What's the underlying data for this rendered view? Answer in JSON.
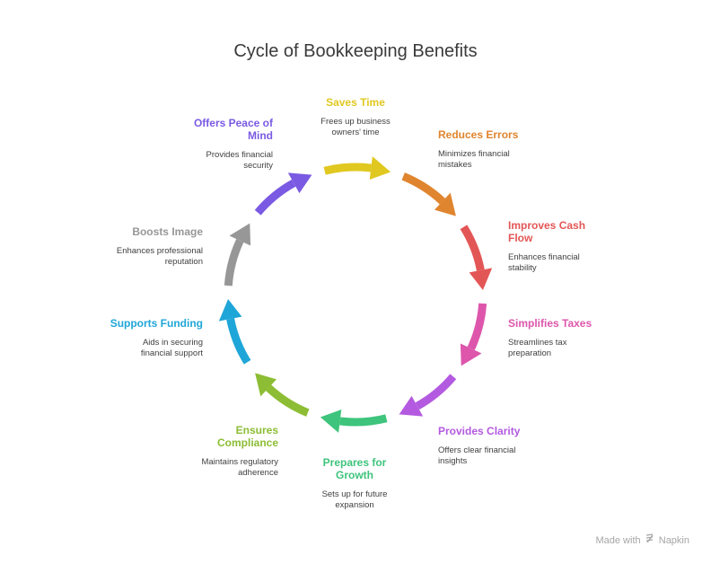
{
  "title": "Cycle of Bookkeeping Benefits",
  "steps": [
    {
      "title": "Saves Time",
      "desc": "Frees up business owners' time",
      "color": "#e0c820"
    },
    {
      "title": "Reduces Errors",
      "desc": "Minimizes financial mistakes",
      "color": "#e0852f"
    },
    {
      "title": "Improves Cash Flow",
      "desc": "Enhances financial stability",
      "color": "#e35656"
    },
    {
      "title": "Simplifies Taxes",
      "desc": "Streamlines tax preparation",
      "color": "#dd56ac"
    },
    {
      "title": "Provides Clarity",
      "desc": "Offers clear financial insights",
      "color": "#b35ae0"
    },
    {
      "title": "Prepares for Growth",
      "desc": "Sets up for future expansion",
      "color": "#3ec47c"
    },
    {
      "title": "Ensures Compliance",
      "desc": "Maintains regulatory adherence",
      "color": "#8cbd34"
    },
    {
      "title": "Supports Funding",
      "desc": "Aids in securing financial support",
      "color": "#1fa6d8"
    },
    {
      "title": "Boosts Image",
      "desc": "Enhances professional reputation",
      "color": "#979797"
    },
    {
      "title": "Offers Peace of Mind",
      "desc": "Provides financial security",
      "color": "#7a5ae3"
    }
  ],
  "footer": {
    "text_before": "Made with",
    "icon": "napkin-logo-icon",
    "brand": "Napkin"
  }
}
